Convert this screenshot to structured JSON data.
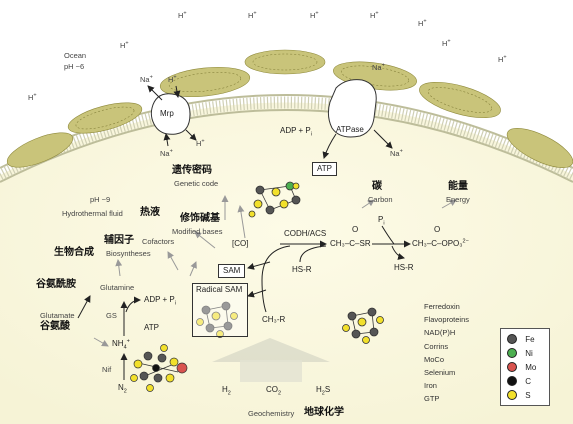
{
  "environment": {
    "ocean": "Ocean",
    "ocean_ph": "pH ~6",
    "proton": "H",
    "proton_charge": "+",
    "fluid_ph": "pH ~9",
    "fluid": "Hydrothermal fluid",
    "fluid_cn": "热液"
  },
  "membrane": {
    "mrp": "Mrp",
    "na": "Na",
    "na_charge": "+",
    "atpase": "ATPase",
    "adp_pi": "ADP + P",
    "pi_sub": "i",
    "atp": "ATP"
  },
  "processes": {
    "genetic_code_cn": "遗传密码",
    "genetic_code": "Genetic code",
    "modified_bases_cn": "修饰碱基",
    "modified_bases": "Modified bases",
    "cofactors_cn": "辅因子",
    "cofactors": "Cofactors",
    "biosyntheses_cn": "生物合成",
    "biosyntheses": "Biosyntheses",
    "glutamine_cn": "谷氨酰胺",
    "glutamine": "Glutamine",
    "glutamate": "Glutamate",
    "glutamate_cn": "谷氨酸",
    "gs": "GS",
    "adp_pi": "ADP + P",
    "atp": "ATP",
    "nh4": "NH",
    "nh4_sub": "4",
    "nh4_sup": "+",
    "nif": "Nif",
    "n2": "N",
    "n2_sub": "2"
  },
  "carbon_path": {
    "co": "[CO]",
    "codh": "CODH/ACS",
    "thioester": "CH₃–C–SR",
    "carbonyl": "O",
    "pi": "P",
    "pi_sub": "i",
    "acetyl_phosphate": "CH₃–C–OPO₃",
    "acetyl_phosphate_charge": "2−",
    "hsr_left": "HS-R",
    "hsr_right": "HS-R",
    "carbon_cn": "碳",
    "carbon": "Carbon",
    "energy_cn": "能量",
    "energy": "Energy",
    "sam": "SAM",
    "radical_sam": "Radical SAM",
    "ch3r": "CH₃-R"
  },
  "cofactor_list": [
    "Ferredoxin",
    "Flavoproteins",
    "NAD(P)H",
    "Corrins",
    "MoCo",
    "Selenium",
    "Iron",
    "GTP"
  ],
  "geochemistry": {
    "h2": "H",
    "h2_sub": "2",
    "co2": "CO",
    "co2_sub": "2",
    "h2s": "H",
    "h2s_sub": "2",
    "h2s_tail": "S",
    "label": "Geochemistry",
    "label_cn": "地球化学"
  },
  "legend": {
    "items": [
      {
        "label": "Fe",
        "color": "#555555"
      },
      {
        "label": "Ni",
        "color": "#4caf50"
      },
      {
        "label": "Mo",
        "color": "#d9534f"
      },
      {
        "label": "C",
        "color": "#111111"
      },
      {
        "label": "S",
        "color": "#f2e02b"
      }
    ]
  }
}
